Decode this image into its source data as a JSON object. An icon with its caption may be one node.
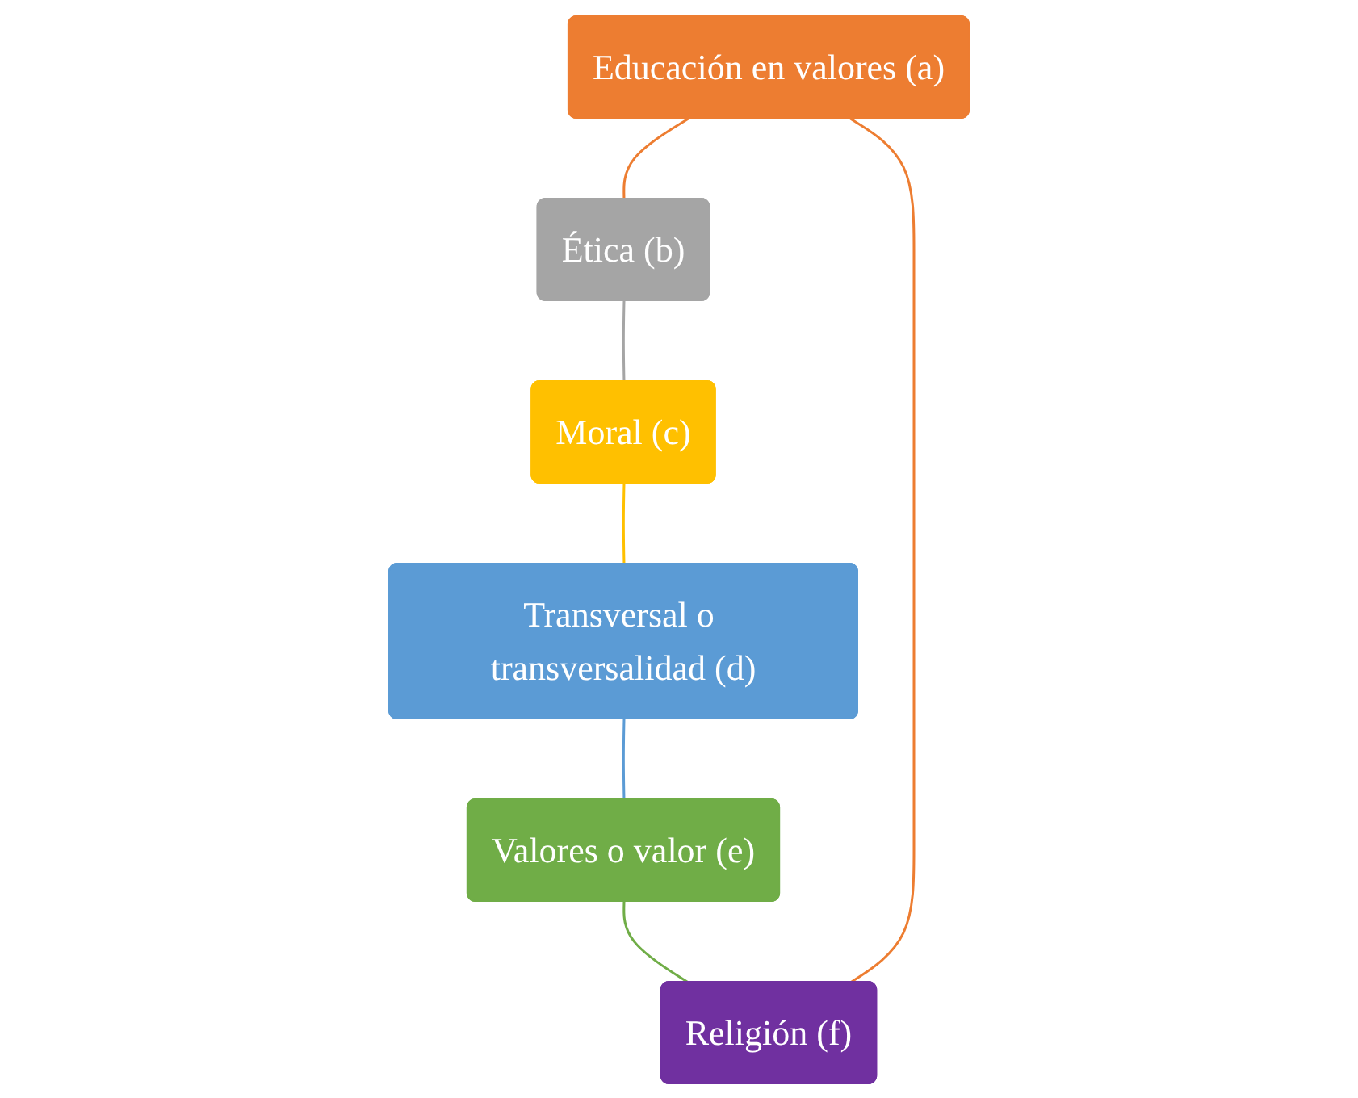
{
  "diagram": {
    "nodes": [
      {
        "text": [
          "Educación en valores (a)"
        ]
      },
      {
        "text": [
          "Ética (b)"
        ]
      },
      {
        "text": [
          "Moral (c)"
        ]
      },
      {
        "text": [
          "Transversal o transversalidad (d)"
        ]
      },
      {
        "text": [
          "Valores o valor (e)"
        ]
      },
      {
        "text": [
          "Religión (f)"
        ]
      }
    ],
    "edges": [
      {
        "from": 0,
        "to": 1,
        "arrow": "none",
        "color": "#ed7d31"
      },
      {
        "from": 1,
        "to": 2,
        "arrow": "none",
        "color": "#a5a5a5"
      },
      {
        "from": 2,
        "to": 3,
        "arrow": "none",
        "color": "#ffc000"
      },
      {
        "from": 3,
        "to": 4,
        "arrow": "none",
        "color": "#5b9bd5"
      },
      {
        "from": 4,
        "to": 5,
        "arrow": "none",
        "color": "#70ad47"
      },
      {
        "from": 5,
        "to": 0,
        "arrow": "none",
        "color": "#ed7d31"
      }
    ]
  }
}
